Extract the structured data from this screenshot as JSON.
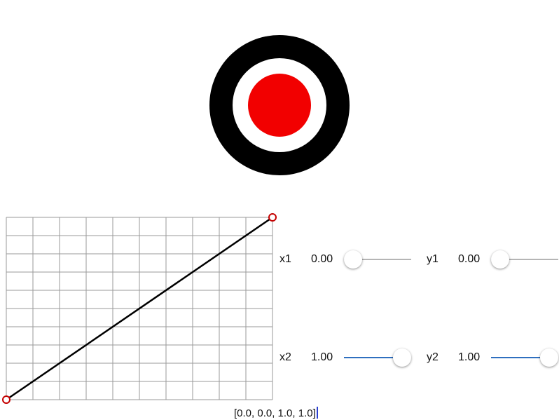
{
  "target": {
    "outer_color": "#000000",
    "ring_color": "#ffffff",
    "center_color": "#f20000"
  },
  "curve": {
    "grid_color": "#9a9a9a",
    "line_color": "#000000",
    "handle_color": "#c40000",
    "control_points": {
      "x1": 0.0,
      "y1": 0.0,
      "x2": 1.0,
      "y2": 1.0
    }
  },
  "controls": {
    "x1": {
      "label": "x1",
      "value_text": "0.00",
      "value": 0.0
    },
    "y1": {
      "label": "y1",
      "value_text": "0.00",
      "value": 0.0
    },
    "x2": {
      "label": "x2",
      "value_text": "1.00",
      "value": 1.0
    },
    "y2": {
      "label": "y2",
      "value_text": "1.00",
      "value": 1.0
    }
  },
  "output": {
    "text": "[0.0, 0.0, 1.0, 1.0]"
  }
}
